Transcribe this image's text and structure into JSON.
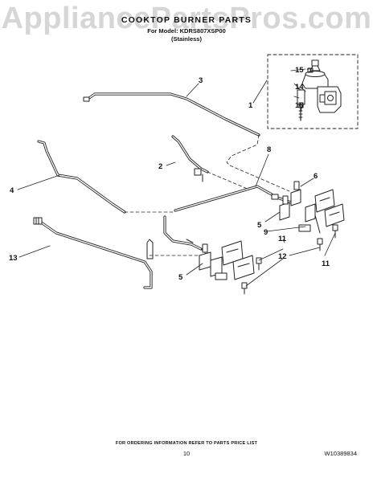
{
  "watermark": "AppliancePartsPros.com",
  "title": "COOKTOP BURNER PARTS",
  "model_line": "For Model: KDRS807XSP00",
  "finish": "(Stainless)",
  "callouts": [
    {
      "id": "label-15",
      "text": "15"
    },
    {
      "id": "label-14",
      "text": "14"
    },
    {
      "id": "label-16",
      "text": "16"
    },
    {
      "id": "label-1",
      "text": "1"
    },
    {
      "id": "label-3",
      "text": "3"
    },
    {
      "id": "label-8",
      "text": "8"
    },
    {
      "id": "label-2",
      "text": "2"
    },
    {
      "id": "label-6",
      "text": "6"
    },
    {
      "id": "label-4",
      "text": "4"
    },
    {
      "id": "label-5a",
      "text": "5"
    },
    {
      "id": "label-9",
      "text": "9"
    },
    {
      "id": "label-11a",
      "text": "11"
    },
    {
      "id": "label-12",
      "text": "12"
    },
    {
      "id": "label-11b",
      "text": "11"
    },
    {
      "id": "label-13",
      "text": "13"
    },
    {
      "id": "label-5b",
      "text": "5"
    }
  ],
  "footer": {
    "note": "FOR ORDERING INFORMATION REFER TO PARTS PRICE LIST",
    "page": "10",
    "doc_number": "W10389834"
  }
}
